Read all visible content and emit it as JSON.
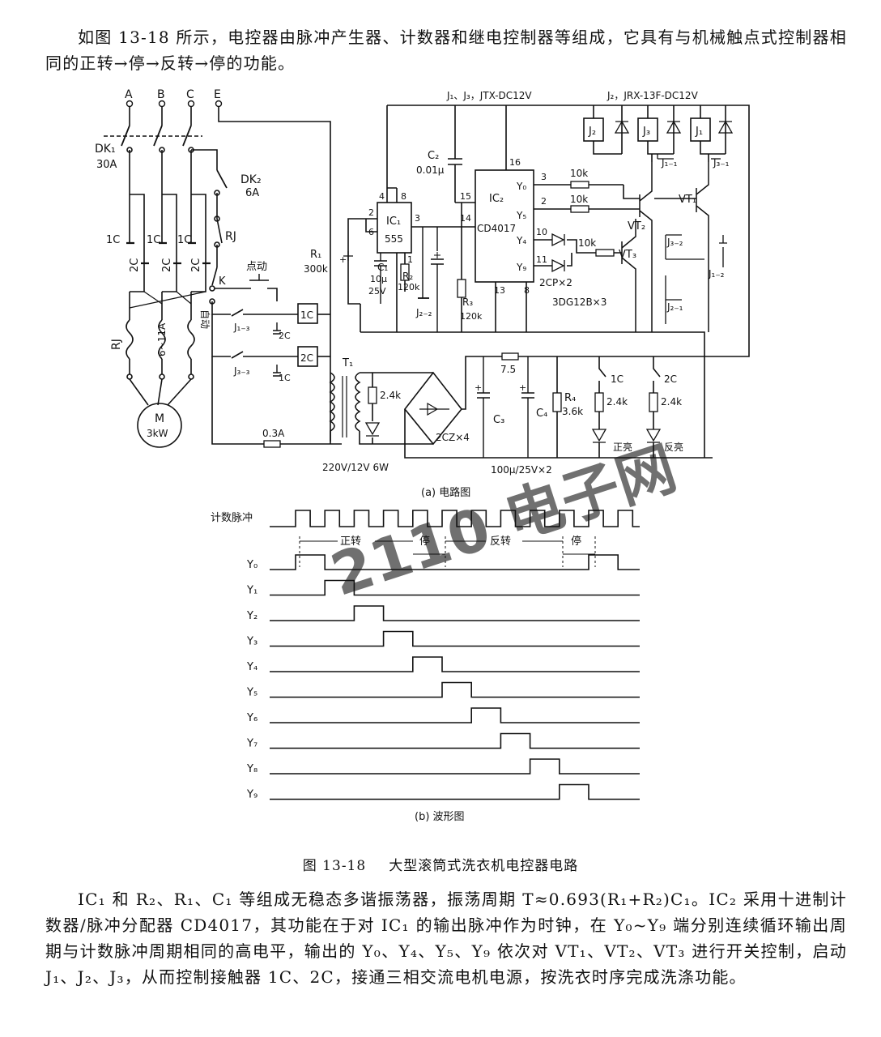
{
  "intro_paragraph": "如图 13-18 所示，电控器由脉冲产生器、计数器和继电控制器等组成，它具有与机械触点式控制器相同的正转→停→反转→停的功能。",
  "body_paragraph": "IC₁ 和 R₂、R₁、C₁ 等组成无稳态多谐振荡器，振荡周期 T≈0.693(R₁+R₂)C₁。IC₂ 采用十进制计数器/脉冲分配器 CD4017，其功能在于对 IC₁ 的输出脉冲作为时钟，在 Y₀~Y₉ 端分别连续循环输出周期与计数脉冲周期相同的高电平，输出的 Y₀、Y₄、Y₅、Y₉ 依次对 VT₁、VT₂、VT₃ 进行开关控制，启动 J₁、J₂、J₃，从而控制接触器 1C、2C，接通三相交流电机电源，按洗衣时序完成洗涤功能。",
  "figure_number": "图 13-18",
  "figure_title": "大型滚筒式洗衣机电控器电路",
  "watermark": "2110 电子网",
  "circuit": {
    "subcaption": "(a) 电路图",
    "phases": [
      "A",
      "B",
      "C",
      "E"
    ],
    "dk1": "DK₁",
    "dk1_rating": "30A",
    "dk2": "DK₂",
    "dk2_rating": "6A",
    "rj": "RJ",
    "k": "K",
    "c1": "1C",
    "c2": "2C",
    "manual": "点动",
    "auto": "自动",
    "j13": "J₁₋₃",
    "j33": "J₃₋₃",
    "rj_range": "6~11A",
    "motor": "M",
    "motor_power": "3kW",
    "fuse": "0.3A",
    "r1": "R₁",
    "r1_val": "300k",
    "t1": "T₁",
    "transformer": "220V/12V  6W",
    "relay_note1": "J₁、J₃，JTX-DC12V",
    "relay_note2": "J₂，JRX-13F-DC12V",
    "c2cap": "C₂",
    "c2cap_val": "0.01μ",
    "ic1": "IC₁",
    "ic1_type": "555",
    "c1cap": "C₁",
    "c1cap_val": "10μ",
    "c1cap_v": "25V",
    "r2": "R₂",
    "r2_val": "120k",
    "j22": "J₂₋₂",
    "r3": "R₃",
    "r3_val": "120k",
    "ic2": "IC₂",
    "ic2_type": "CD4017",
    "pins": {
      "p4": "4",
      "p8": "8",
      "p2": "2",
      "p6": "6",
      "p3": "3",
      "p1": "1",
      "p15": "15",
      "p14": "14",
      "p16": "16",
      "p13": "13",
      "p8b": "8",
      "p3b": "3",
      "p2b": "2",
      "p10": "10",
      "p11": "11"
    },
    "y0": "Y₀",
    "y5": "Y₅",
    "y4": "Y₄",
    "y9": "Y₉",
    "r10k": "10k",
    "diodes": "2CP×2",
    "transistor_type": "3DG12B×3",
    "vt1": "VT₁",
    "vt2": "VT₂",
    "vt3": "VT₃",
    "j1": "J₁",
    "j2": "J₂",
    "j3": "J₃",
    "j11": "J₁₋₁",
    "j31": "J₃₋₁",
    "j32": "J₃₋₂",
    "j12": "J₁₋₂",
    "j21": "J₂₋₁",
    "r24k": "2.4k",
    "r75": "7.5",
    "c3": "C₃",
    "c4": "C₄",
    "r4": "R₄",
    "r4_val": "3.6k",
    "bridge": "2CZ×4",
    "caps_val": "100μ/25V×2",
    "led_fwd": "正亮",
    "led_rev": "反亮",
    "plus": "+"
  },
  "waveform": {
    "subcaption": "(b) 波形图",
    "clock_label": "计数脉冲",
    "phases": [
      "正转",
      "停",
      "反转",
      "停"
    ],
    "channels": [
      "Y₀",
      "Y₁",
      "Y₂",
      "Y₃",
      "Y₄",
      "Y₅",
      "Y₆",
      "Y₇",
      "Y₈",
      "Y₉"
    ]
  }
}
